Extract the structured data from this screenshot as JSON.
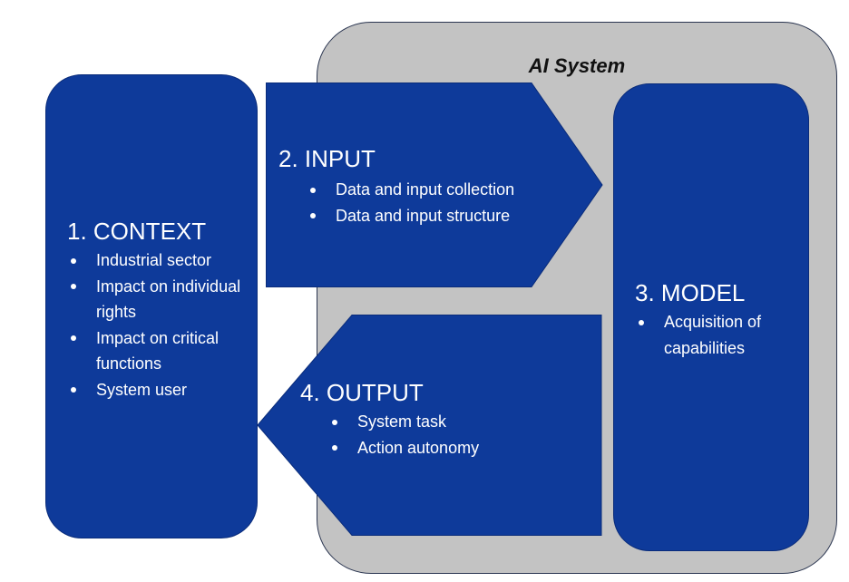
{
  "ai_system": {
    "title": "AI System"
  },
  "context": {
    "title": "1.  CONTEXT",
    "items": [
      "Industrial sector",
      "Impact on individual rights",
      "Impact on critical functions",
      "System user"
    ]
  },
  "input": {
    "title": "2. INPUT",
    "items": [
      "Data and input collection",
      "Data and input structure"
    ]
  },
  "model": {
    "title": "3. MODEL",
    "items": [
      "Acquisition of capabilities"
    ]
  },
  "output": {
    "title": "4. OUTPUT",
    "items": [
      "System task",
      "Action autonomy"
    ]
  },
  "colors": {
    "block_blue": "#0e3a9a",
    "container_gray": "#c3c3c3",
    "text_white": "#ffffff"
  }
}
